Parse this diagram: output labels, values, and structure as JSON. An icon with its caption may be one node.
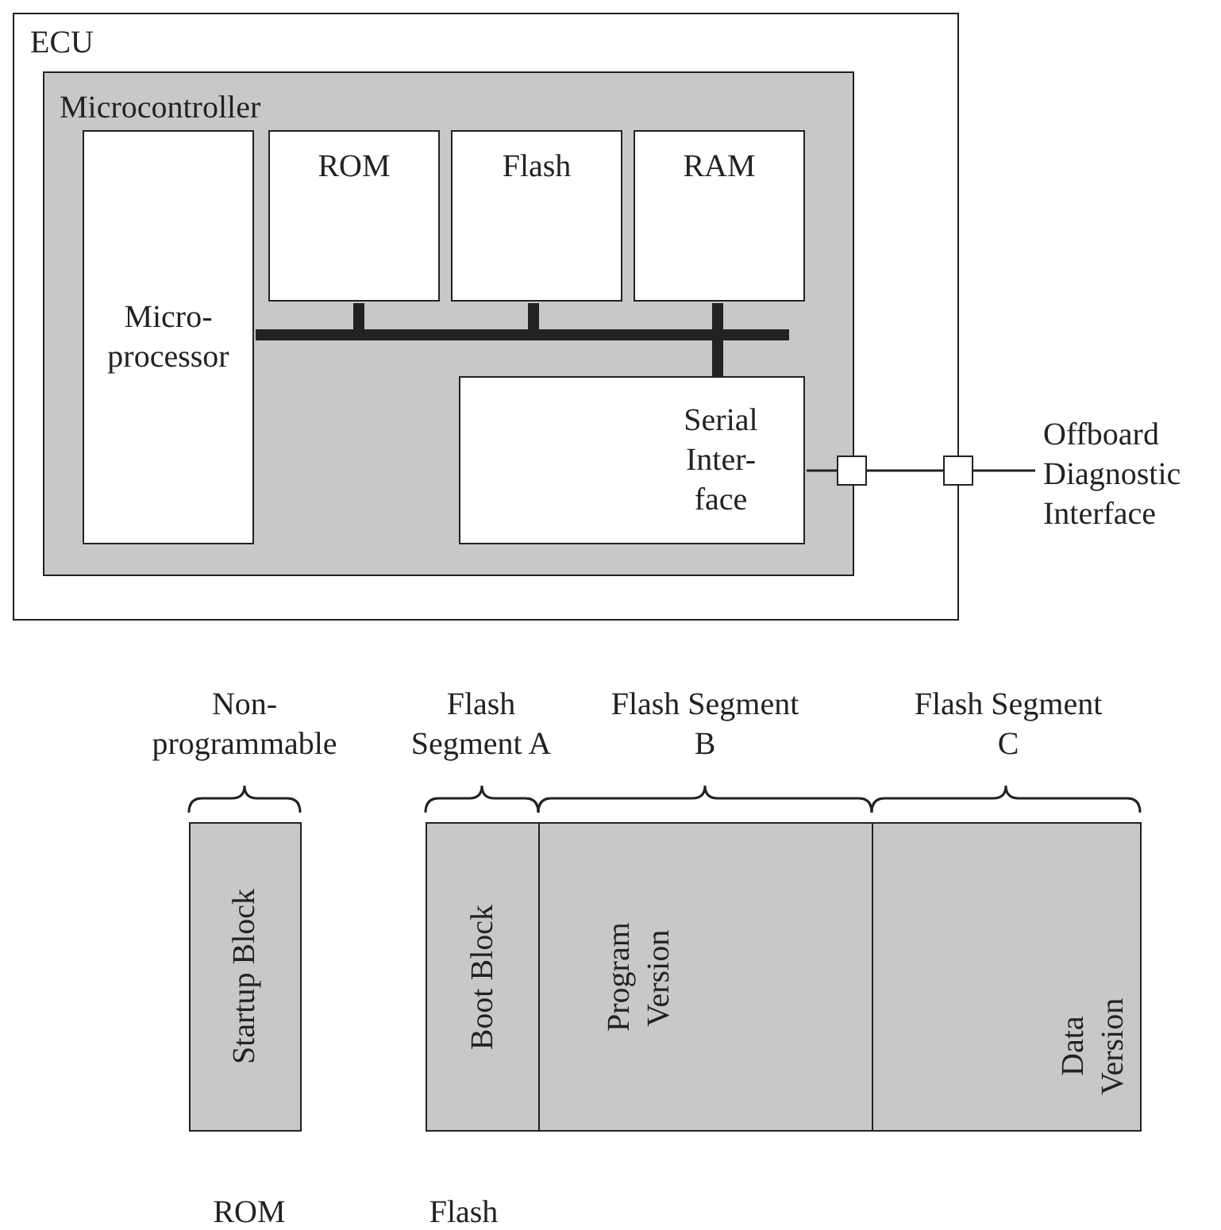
{
  "diagram": {
    "nodes": [
      {
        "text": [
          "ECU"
        ]
      },
      {
        "text": [
          "Microcontroller"
        ],
        "in": 0
      },
      {
        "text": [
          "Micro- processor"
        ],
        "in": 1
      },
      {
        "text": [
          "ROM"
        ],
        "in": 1
      },
      {
        "text": [
          "Flash"
        ],
        "in": 1
      },
      {
        "text": [
          "RAM"
        ],
        "in": 1
      },
      {
        "text": [
          "Serial Inter- face"
        ],
        "in": 1
      },
      {
        "text": [],
        "shape": "box",
        "in": 0
      },
      {
        "text": [],
        "shape": "box"
      },
      {
        "text": [
          "Offboard Diagnostic Interface"
        ]
      },
      {
        "text": [
          "Startup Block"
        ]
      },
      {
        "text": [
          "Boot Block"
        ]
      },
      {
        "text": [
          "Program Version"
        ]
      },
      {
        "text": [
          "Data Version"
        ]
      }
    ],
    "edges": [
      {
        "from": 2,
        "to": 3,
        "arrow": "none"
      },
      {
        "from": 2,
        "to": 4,
        "arrow": "none"
      },
      {
        "from": 2,
        "to": 5,
        "arrow": "none"
      },
      {
        "from": 2,
        "to": 6,
        "arrow": "none"
      },
      {
        "from": 6,
        "to": 7,
        "arrow": "none"
      },
      {
        "from": 7,
        "to": 8,
        "arrow": "none"
      },
      {
        "from": 8,
        "to": 9,
        "arrow": "none"
      }
    ],
    "labels": [
      "Non- programmable",
      "Flash Segment A",
      "Flash Segment B",
      "Flash Segment C",
      "ROM",
      "Flash"
    ]
  }
}
